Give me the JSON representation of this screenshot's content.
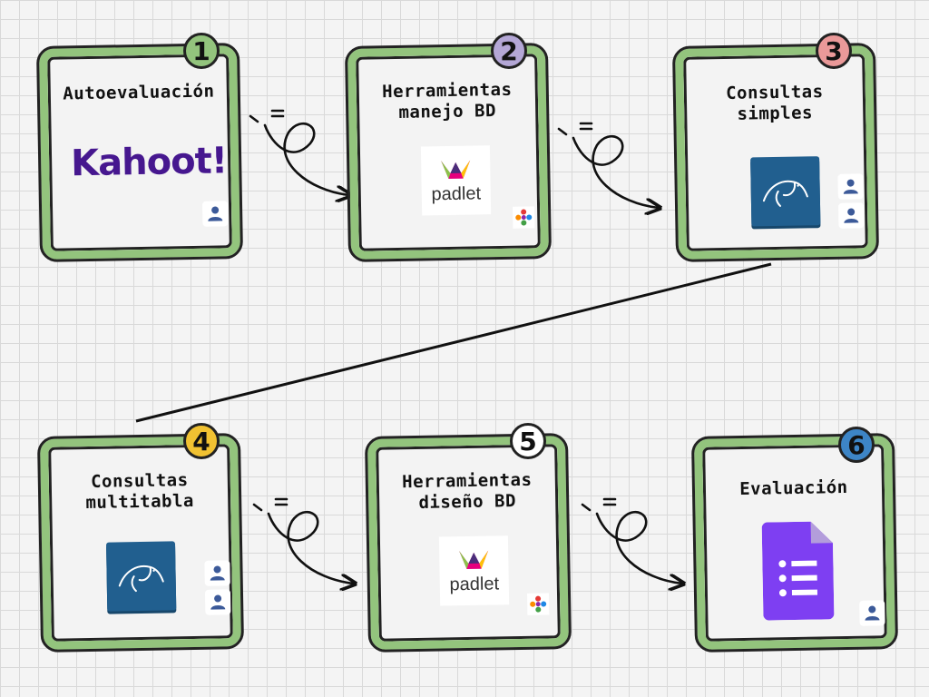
{
  "steps": [
    {
      "number": "1",
      "title": "Autoevaluación",
      "badge_color": "#93c47d",
      "logo": "kahoot-logo",
      "logo_text": "Kahoot!",
      "users": 1
    },
    {
      "number": "2",
      "title": "Herramientas\nmanejo BD",
      "badge_color": "#b4a7d6",
      "logo": "padlet-logo",
      "logo_text": "padlet",
      "users": 0
    },
    {
      "number": "3",
      "title": "Consultas\nsimples",
      "badge_color": "#ea9999",
      "logo": "mysql-logo",
      "users": 2
    },
    {
      "number": "4",
      "title": "Consultas\nmultitabla",
      "badge_color": "#f1c232",
      "logo": "mysql-logo",
      "users": 2
    },
    {
      "number": "5",
      "title": "Herramientas\ndiseño BD",
      "badge_color": "#ffffff",
      "logo": "padlet-logo",
      "logo_text": "padlet",
      "users": 0
    },
    {
      "number": "6",
      "title": "Evaluación",
      "badge_color": "#3d85c6",
      "logo": "google-forms-logo",
      "users": 1
    }
  ],
  "icons": {
    "user": "user-icon",
    "team": "team-collaboration-icon"
  }
}
